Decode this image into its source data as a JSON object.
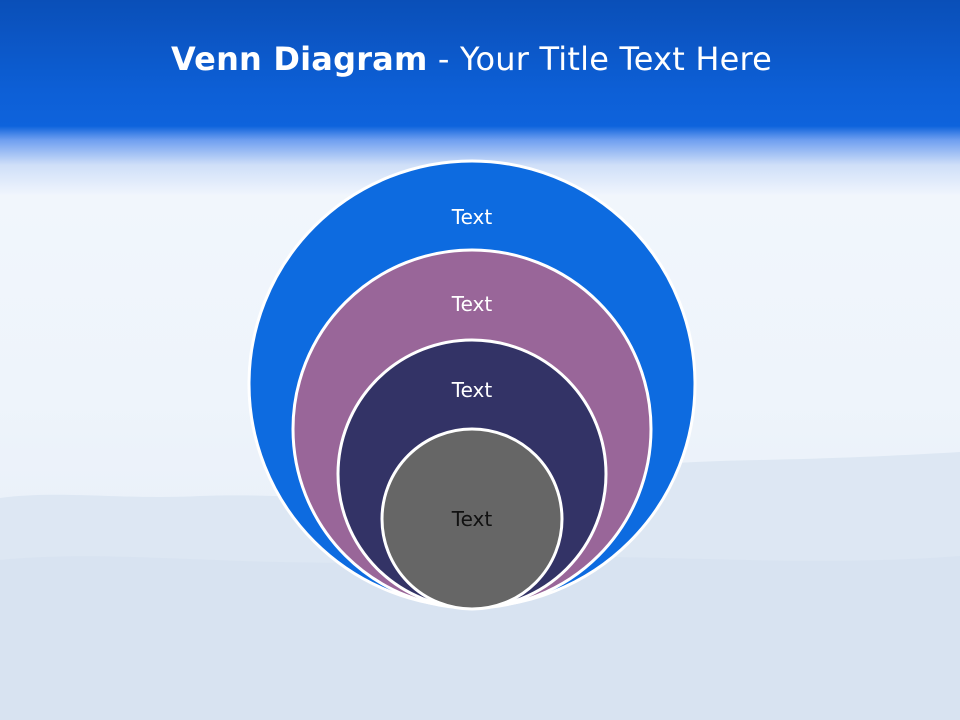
{
  "slide": {
    "title_bold": "Venn Diagram",
    "title_rest": " - Your Title Text Here"
  },
  "diagram": {
    "circles": [
      {
        "label": "Text",
        "fill": "#0d6be0",
        "text_color": "#ffffff"
      },
      {
        "label": "Text",
        "fill": "#996699",
        "text_color": "#ffffff"
      },
      {
        "label": "Text",
        "fill": "#333366",
        "text_color": "#ffffff"
      },
      {
        "label": "Text",
        "fill": "#666666",
        "text_color": "#111111"
      }
    ]
  },
  "colors": {
    "header_blue": "#0d5fd6",
    "outline": "#ffffff"
  }
}
